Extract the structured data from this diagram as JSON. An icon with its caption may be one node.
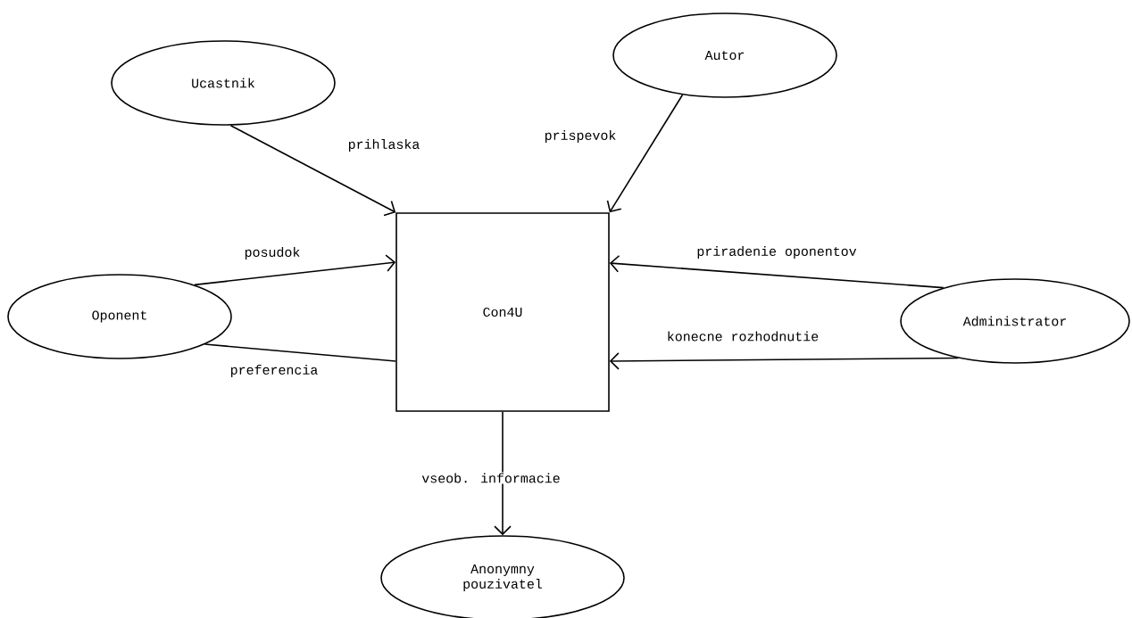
{
  "diagram": {
    "nodes": [
      {
        "text": [
          "Ucastnik"
        ]
      },
      {
        "text": [
          "Autor"
        ]
      },
      {
        "text": [
          "Con4U"
        ]
      },
      {
        "text": [
          "Oponent"
        ]
      },
      {
        "text": [
          "Administrator"
        ]
      },
      {
        "text": [
          "Anonymny pouzivatel"
        ]
      }
    ],
    "edges": [
      {
        "from": 0,
        "to": 2,
        "arrow": "to",
        "label": "prihlaska"
      },
      {
        "from": 1,
        "to": 2,
        "arrow": "to",
        "label": "prispevok"
      },
      {
        "from": 3,
        "to": 2,
        "arrow": "to",
        "label": "posudok"
      },
      {
        "from": 3,
        "to": 2,
        "arrow": "none",
        "label": "preferencia"
      },
      {
        "from": 4,
        "to": 2,
        "arrow": "to",
        "label": "priradenie oponentov"
      },
      {
        "from": 4,
        "to": 2,
        "arrow": "to",
        "label": "konecne rozhodnutie"
      },
      {
        "from": 2,
        "to": 5,
        "arrow": "to",
        "label": "vseob. informacie"
      }
    ]
  }
}
